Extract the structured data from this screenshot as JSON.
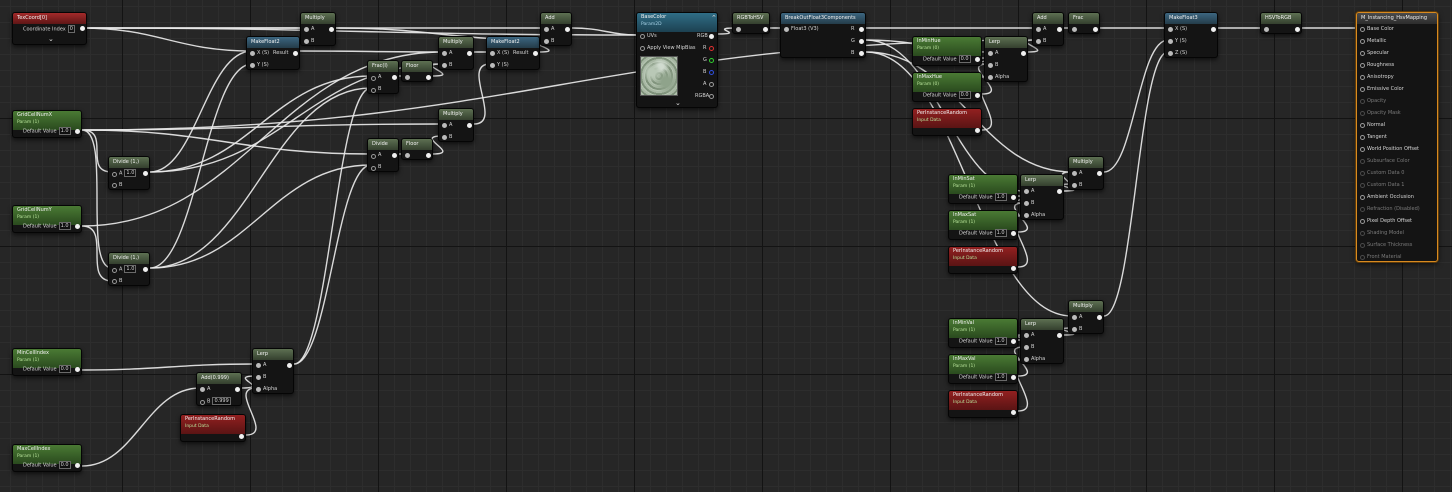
{
  "graph": {
    "texcoord": {
      "title": "TexCoord[0]",
      "coordinate_label": "Coordinate Index",
      "coordinate_value": "0"
    },
    "grid_x": {
      "title": "GridCellNumX",
      "subtitle": "Param (1)",
      "default_label": "Default Value",
      "default_value": "1.0"
    },
    "grid_y": {
      "title": "GridCellNumY",
      "subtitle": "Param (1)",
      "default_label": "Default Value",
      "default_value": "1.0"
    },
    "min_index": {
      "title": "MinCellIndex",
      "subtitle": "Param (1)",
      "default_label": "Default Value",
      "default_value": "0.0"
    },
    "max_index": {
      "title": "MaxCellIndex",
      "subtitle": "Param (1)",
      "default_label": "Default Value",
      "default_value": "0.0"
    },
    "divide1": {
      "title": "Divide (1,)",
      "a_label": "A",
      "a_value": "1.0",
      "b_label": "B"
    },
    "divide2": {
      "title": "Divide (1,)",
      "a_label": "A",
      "a_value": "1.0",
      "b_label": "B"
    },
    "multiply1": {
      "title": "Multiply",
      "a": "A",
      "b": "B"
    },
    "make_float2a": {
      "title": "MakeFloat2",
      "x": "X (S)",
      "y": "Y (S)",
      "result": "Result"
    },
    "frac1": {
      "title": "Frac(I)",
      "a": "A",
      "b": "B"
    },
    "floor1": {
      "title": "Floor"
    },
    "multiply2": {
      "title": "Multiply",
      "a": "A",
      "b": "B"
    },
    "make_float2b": {
      "title": "MakeFloat2",
      "x": "X (S)",
      "y": "Y (S)",
      "result": "Result"
    },
    "multiply3": {
      "title": "Multiply",
      "a": "A",
      "b": "B"
    },
    "divide3": {
      "title": "Divide",
      "a": "A",
      "b": "B"
    },
    "floor2": {
      "title": "Floor"
    },
    "add1": {
      "title": "Add",
      "a": "A",
      "b": "B"
    },
    "lerp1": {
      "title": "Lerp",
      "a": "A",
      "b": "B",
      "alpha": "Alpha"
    },
    "add_0999": {
      "title": "Add(0.999)",
      "a": "A",
      "b_label": "B",
      "b_value": "0.999"
    },
    "random1": {
      "title": "PerInstanceRandom",
      "subtitle": "Input Data"
    },
    "basecolor": {
      "title": "BaseColor",
      "subtitle": "Param2D",
      "uvs": "UVs",
      "mips": "Apply View MipBias",
      "rgb": "RGB",
      "r": "R",
      "g": "G",
      "b": "B",
      "a": "A",
      "rgba": "RGBA"
    },
    "rgb_to_hsv": {
      "title": "RGBToHSV"
    },
    "break_out": {
      "title": "BreakOutFloat3Components",
      "input": "Float3 (V3)",
      "r": "R",
      "g": "G",
      "b": "B"
    },
    "min_hue": {
      "title": "InMinHue",
      "subtitle": "Param (0)",
      "default_label": "Default Value",
      "default_value": "0.0"
    },
    "max_hue": {
      "title": "InMaxHue",
      "subtitle": "Param (0)",
      "default_label": "Default Value",
      "default_value": "0.0"
    },
    "random_hue": {
      "title": "PerInstanceRandom",
      "subtitle": "Input Data"
    },
    "lerp_hue": {
      "title": "Lerp",
      "a": "A",
      "b": "B",
      "alpha": "Alpha"
    },
    "add2": {
      "title": "Add",
      "a": "A",
      "b": "B"
    },
    "frac2": {
      "title": "Frac"
    },
    "min_sat": {
      "title": "InMinSat",
      "subtitle": "Param (1)",
      "default_label": "Default Value",
      "default_value": "1.0"
    },
    "max_sat": {
      "title": "InMaxSat",
      "subtitle": "Param (1)",
      "default_label": "Default Value",
      "default_value": "1.0"
    },
    "random_sat": {
      "title": "PerInstanceRandom",
      "subtitle": "Input Data"
    },
    "lerp_sat": {
      "title": "Lerp",
      "a": "A",
      "b": "B",
      "alpha": "Alpha"
    },
    "multiply_sat": {
      "title": "Multiply",
      "a": "A",
      "b": "B"
    },
    "min_val": {
      "title": "InMinVal",
      "subtitle": "Param (1)",
      "default_label": "Default Value",
      "default_value": "1.0"
    },
    "max_val": {
      "title": "InMaxVal",
      "subtitle": "Param (1)",
      "default_label": "Default Value",
      "default_value": "1.0"
    },
    "random_val": {
      "title": "PerInstanceRandom",
      "subtitle": "Input Data"
    },
    "lerp_val": {
      "title": "Lerp",
      "a": "A",
      "b": "B",
      "alpha": "Alpha"
    },
    "multiply_val": {
      "title": "Multiply",
      "a": "A",
      "b": "B"
    },
    "make_float3": {
      "title": "MakeFloat3",
      "x": "X (S)",
      "y": "Y (S)",
      "z": "Z (S)"
    },
    "hsv_to_rgb": {
      "title": "HSVToRGB"
    },
    "material": {
      "title": "M_Instancing_HsvMapping",
      "inputs": [
        {
          "label": "Base Color",
          "enabled": true
        },
        {
          "label": "Metallic",
          "enabled": true
        },
        {
          "label": "Specular",
          "enabled": true
        },
        {
          "label": "Roughness",
          "enabled": true
        },
        {
          "label": "Anisotropy",
          "enabled": true
        },
        {
          "label": "Emissive Color",
          "enabled": true
        },
        {
          "label": "Opacity",
          "enabled": false
        },
        {
          "label": "Opacity Mask",
          "enabled": false
        },
        {
          "label": "Normal",
          "enabled": true
        },
        {
          "label": "Tangent",
          "enabled": true
        },
        {
          "label": "World Position Offset",
          "enabled": true
        },
        {
          "label": "Subsurface Color",
          "enabled": false
        },
        {
          "label": "Custom Data 0",
          "enabled": false
        },
        {
          "label": "Custom Data 1",
          "enabled": false
        },
        {
          "label": "Ambient Occlusion",
          "enabled": true
        },
        {
          "label": "Refraction (Disabled)",
          "enabled": false
        },
        {
          "label": "Pixel Depth Offset",
          "enabled": true
        },
        {
          "label": "Shading Model",
          "enabled": false
        },
        {
          "label": "Surface Thickness",
          "enabled": false
        },
        {
          "label": "Front Material",
          "enabled": false
        }
      ]
    }
  }
}
